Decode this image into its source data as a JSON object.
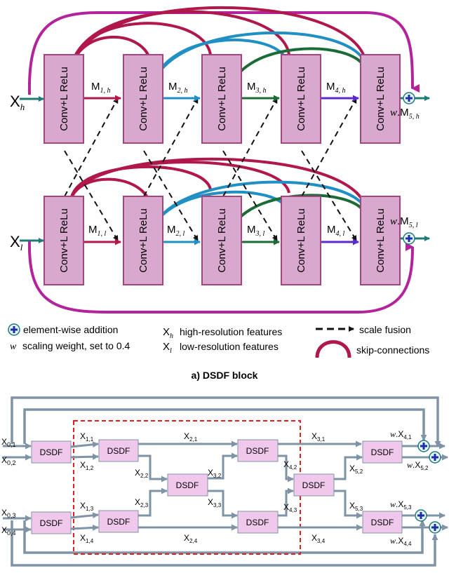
{
  "top": {
    "block_label": "Conv+L ReLu",
    "input_h": "X",
    "input_h_sub": "h",
    "input_l": "X",
    "input_l_sub": "l",
    "m_h": [
      {
        "main": "M",
        "sub": "1, h"
      },
      {
        "main": "M",
        "sub": "2, h"
      },
      {
        "main": "M",
        "sub": "3, h"
      },
      {
        "main": "M",
        "sub": "4, h"
      }
    ],
    "m_l": [
      {
        "main": "M",
        "sub": "1, l"
      },
      {
        "main": "M",
        "sub": "2, l"
      },
      {
        "main": "M",
        "sub": "3, l"
      },
      {
        "main": "M",
        "sub": "4, l"
      }
    ],
    "out_h": {
      "w": "w",
      "main": ".M",
      "sub": "5, h"
    },
    "out_l": {
      "w": "w",
      "main": ".M",
      "sub": "5, l"
    }
  },
  "legend": {
    "add": "element-wise addition",
    "w_sym": "w",
    "w_text": "scaling weight, set to 0.4",
    "xh_main": "X",
    "xh_sub": "h",
    "xh_text": "high-resolution features",
    "xl_main": "X",
    "xl_sub": "l",
    "xl_text": "low-resolution features",
    "fusion": "scale fusion",
    "skip": "skip-connections"
  },
  "caption_a": "a) DSDF block",
  "bottom": {
    "block_label": "DSDF",
    "inputs": [
      {
        "main": "X",
        "sub": "0,1"
      },
      {
        "main": "X",
        "sub": "0,2"
      },
      {
        "main": "X",
        "sub": "0,3"
      },
      {
        "main": "X",
        "sub": "0,4"
      }
    ],
    "edges": [
      {
        "main": "X",
        "sub": "1,1"
      },
      {
        "main": "X",
        "sub": "1,2"
      },
      {
        "main": "X",
        "sub": "1,3"
      },
      {
        "main": "X",
        "sub": "1,4"
      },
      {
        "main": "X",
        "sub": "2,1"
      },
      {
        "main": "X",
        "sub": "2,2"
      },
      {
        "main": "X",
        "sub": "2,3"
      },
      {
        "main": "X",
        "sub": "2,4"
      },
      {
        "main": "X",
        "sub": "3,1"
      },
      {
        "main": "X",
        "sub": "3,2"
      },
      {
        "main": "X",
        "sub": "3,3"
      },
      {
        "main": "X",
        "sub": "3,4"
      },
      {
        "main": "X",
        "sub": "4,2"
      },
      {
        "main": "X",
        "sub": "4,3"
      },
      {
        "main": "X",
        "sub": "5,2"
      },
      {
        "main": "X",
        "sub": "5,3"
      }
    ],
    "outputs": [
      {
        "w": "w",
        "main": ".X",
        "sub": "4,1"
      },
      {
        "w": "w",
        "main": ".X",
        "sub": "5,2"
      },
      {
        "w": "w",
        "main": ".X",
        "sub": "5,3"
      },
      {
        "w": "w",
        "main": ".X",
        "sub": "4,4"
      }
    ]
  },
  "colors": {
    "block_fill": "#d9a8cf",
    "block_stroke": "#a3457f",
    "dsdf_fill": "#f0c8ec",
    "crimson": "#b0174a",
    "blue": "#1f8fc4",
    "green": "#1a6b36",
    "purple": "#5a2ad0",
    "magenta": "#b3249a",
    "teal": "#1f7a78",
    "gray": "#7f93a6",
    "red_dash": "#e02020"
  }
}
